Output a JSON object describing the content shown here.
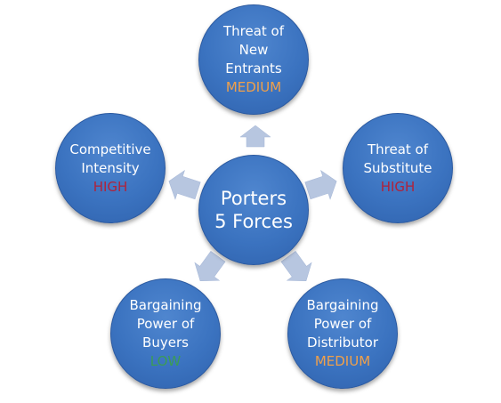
{
  "center": {
    "line1": "Porters",
    "line2": "5 Forces"
  },
  "forces": [
    {
      "id": "new-entrants",
      "label_lines": [
        "Threat of",
        "New",
        "Entrants"
      ],
      "rating": "MEDIUM"
    },
    {
      "id": "substitute",
      "label_lines": [
        "Threat of",
        "Substitute"
      ],
      "rating": "HIGH"
    },
    {
      "id": "distributor",
      "label_lines": [
        "Bargaining",
        "Power of",
        "Distributor"
      ],
      "rating": "MEDIUM"
    },
    {
      "id": "buyers",
      "label_lines": [
        "Bargaining",
        "Power of",
        "Buyers"
      ],
      "rating": "LOW"
    },
    {
      "id": "competitive",
      "label_lines": [
        "Competitive Intensity"
      ],
      "rating": "HIGH"
    }
  ],
  "colors": {
    "circle": "#3b73c0",
    "arrow": "#b7c6e0",
    "medium": "#f0a04a",
    "high": "#b0223a",
    "low": "#3b9c55"
  }
}
